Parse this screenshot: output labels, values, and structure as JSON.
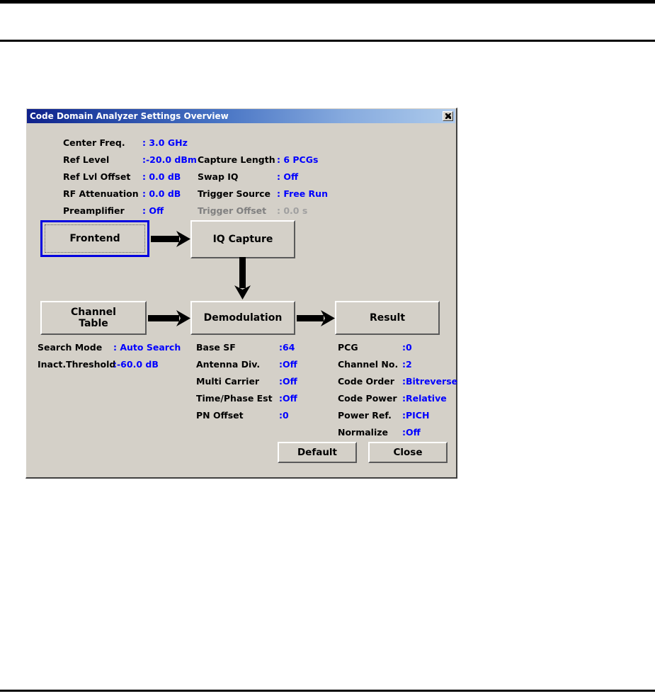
{
  "dialog": {
    "title": "Code Domain Analyzer Settings Overview",
    "close_icon": "close-icon"
  },
  "frontend_params": [
    {
      "label": "Center Freq.",
      "value": ": 3.0 GHz",
      "disabled": false
    },
    {
      "label": "Ref Level",
      "value": ":-20.0 dBm",
      "disabled": false
    },
    {
      "label": "Ref Lvl Offset",
      "value": ": 0.0 dB",
      "disabled": false
    },
    {
      "label": "RF Attenuation",
      "value": ": 0.0 dB",
      "disabled": false
    },
    {
      "label": "Preamplifier",
      "value": ": Off",
      "disabled": false
    }
  ],
  "capture_params": [
    {
      "label": "Capture Length",
      "value": ": 6 PCGs",
      "disabled": false
    },
    {
      "label": "Swap IQ",
      "value": ": Off",
      "disabled": false
    },
    {
      "label": "Trigger Source",
      "value": ": Free Run",
      "disabled": false
    },
    {
      "label": "Trigger Offset",
      "value": ": 0.0 s",
      "disabled": true
    }
  ],
  "channel_params": [
    {
      "label": "Search Mode",
      "value": ": Auto Search",
      "disabled": false
    },
    {
      "label": "Inact.Threshold",
      "value": ":-60.0 dB",
      "disabled": false
    }
  ],
  "demod_params": [
    {
      "label": "Base SF",
      "value": ":64",
      "disabled": false
    },
    {
      "label": "Antenna Div.",
      "value": ":Off",
      "disabled": false
    },
    {
      "label": "Multi Carrier",
      "value": ":Off",
      "disabled": false
    },
    {
      "label": "Time/Phase Est",
      "value": ":Off",
      "disabled": false
    },
    {
      "label": "PN Offset",
      "value": ":0",
      "disabled": false
    }
  ],
  "result_params": [
    {
      "label": "PCG",
      "value": ":0",
      "disabled": false
    },
    {
      "label": "Channel No.",
      "value": ":2",
      "disabled": false
    },
    {
      "label": "Code Order",
      "value": ":Bitreverse",
      "disabled": false
    },
    {
      "label": "Code Power",
      "value": ":Relative",
      "disabled": false
    },
    {
      "label": "Power Ref.",
      "value": ":PICH",
      "disabled": false
    },
    {
      "label": "Normalize",
      "value": ":Off",
      "disabled": false
    }
  ],
  "flow": {
    "frontend": "Frontend",
    "iq_capture": "IQ Capture",
    "channel_table_line1": "Channel",
    "channel_table_line2": "Table",
    "demodulation": "Demodulation",
    "result": "Result"
  },
  "buttons": {
    "default": "Default",
    "close": "Close"
  },
  "colors": {
    "value_blue": "#0000ff",
    "dialog_face": "#d4d0c8",
    "focus_blue": "#0000e0",
    "titlebar_dark": "#10218b",
    "titlebar_light": "#b3cdee"
  }
}
